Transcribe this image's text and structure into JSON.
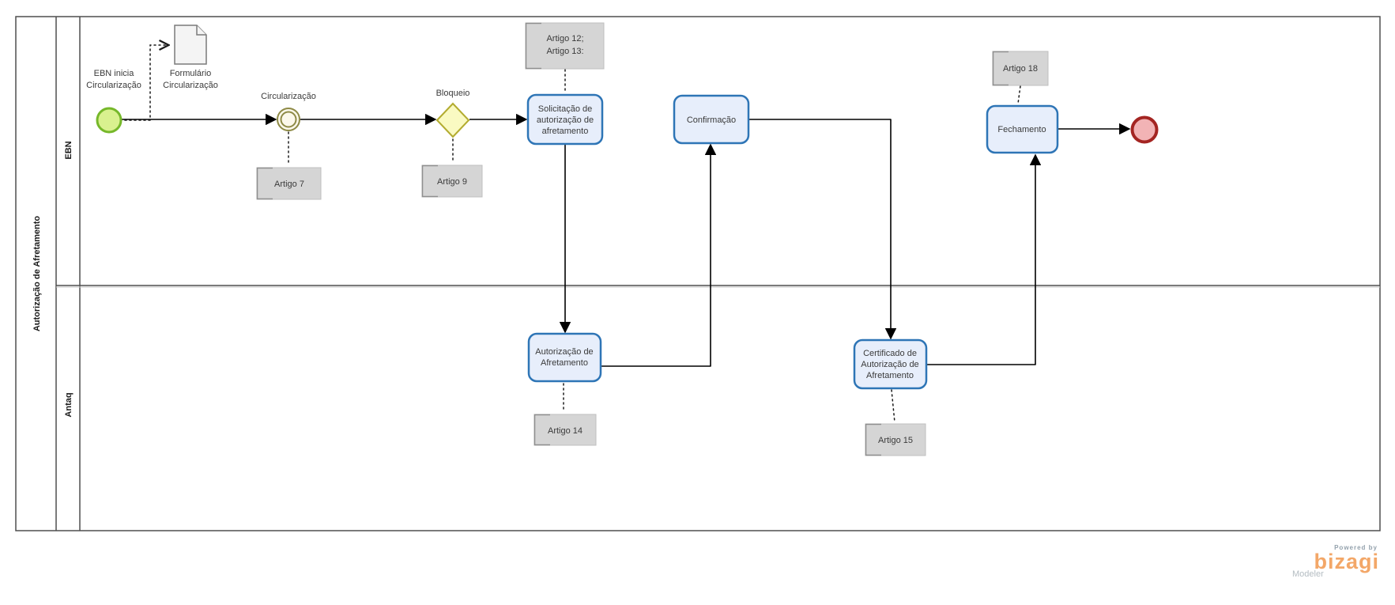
{
  "pool": {
    "title": "Autorização de Afretamento",
    "lanes": {
      "ebn": "EBN",
      "antaq": "Antaq"
    }
  },
  "nodes": {
    "start_event": {
      "label1": "EBN inicia",
      "label2": "Circularização"
    },
    "document": {
      "label1": "Formulário",
      "label2": "Circularização"
    },
    "intermediate_event": {
      "label": "Circularização"
    },
    "gateway": {
      "label": "Bloqueio"
    },
    "task_solicitacao": {
      "line1": "Solicitação de",
      "line2": "autorização de",
      "line3": "afretamento"
    },
    "task_confirmacao": {
      "line1": "Confirmação"
    },
    "task_autorizacao": {
      "line1": "Autorização de",
      "line2": "Afretamento"
    },
    "task_certificado": {
      "line1": "Certificado de",
      "line2": "Autorização de",
      "line3": "Afretamento"
    },
    "task_fechamento": {
      "line1": "Fechamento"
    }
  },
  "annotations": {
    "artigo7": "Artigo 7",
    "artigo9": "Artigo 9",
    "artigo12": "Artigo 12;",
    "artigo13": "Artigo 13:",
    "artigo14": "Artigo 14",
    "artigo15": "Artigo 15",
    "artigo18": "Artigo 18"
  },
  "branding": {
    "powered_by": "Powered by",
    "logo": "bizagi",
    "product": "Modeler"
  },
  "colors": {
    "task_fill": "#e7eefb",
    "task_border": "#2e75b6",
    "start_fill": "#d9f18f",
    "start_border": "#76b82a",
    "end_fill": "#f2b3b5",
    "end_border": "#a42522",
    "gateway_fill": "#fafac2",
    "gateway_border": "#b3ac30",
    "intermediate_border": "#8e8a46",
    "annotation_fill": "#d5d5d5",
    "logo_orange": "#f3a768"
  }
}
